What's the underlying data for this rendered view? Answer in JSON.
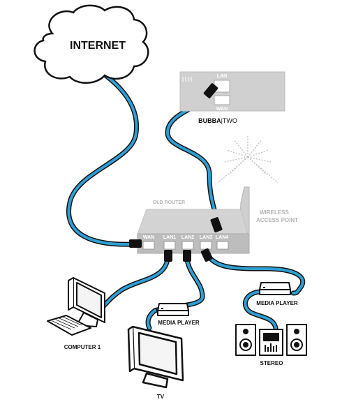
{
  "labels": {
    "internet": "INTERNET",
    "bubba_bold": "BUBBA",
    "bubba_sep": "|",
    "bubba_light": "TWO",
    "bubba_lan": "LAN",
    "bubba_wan": "WAN",
    "old_router": "OLD ROUTER",
    "router_wan": "WAN",
    "router_lan1": "LAN1",
    "router_lan2": "LAN2",
    "router_lan3": "LAN3",
    "router_lan4": "LAN4",
    "wireless_line1": "WIRELESS",
    "wireless_line2": "ACCESS POINT",
    "media_player_tv": "MEDIA PLAYER",
    "media_player_stereo": "MEDIA PLAYER",
    "computer": "COMPUTER 1",
    "tv": "TV",
    "stereo": "STEREO"
  },
  "colors": {
    "cable": "#2f9fd3",
    "cable_outline": "#111111",
    "device_outline": "#111111",
    "faded_device": "#c9c9c9",
    "faded_text": "#b5b5b5",
    "label": "#111111"
  }
}
